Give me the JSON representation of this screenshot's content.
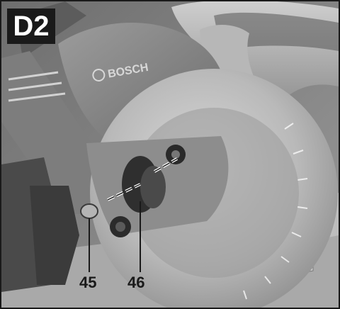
{
  "figure": {
    "label": "D2",
    "brand": "BOSCH",
    "callouts": [
      "45",
      "46"
    ]
  },
  "colors": {
    "badge_bg": "#1a1a1a",
    "badge_text": "#ffffff",
    "callout_text": "#1a1a1a"
  }
}
